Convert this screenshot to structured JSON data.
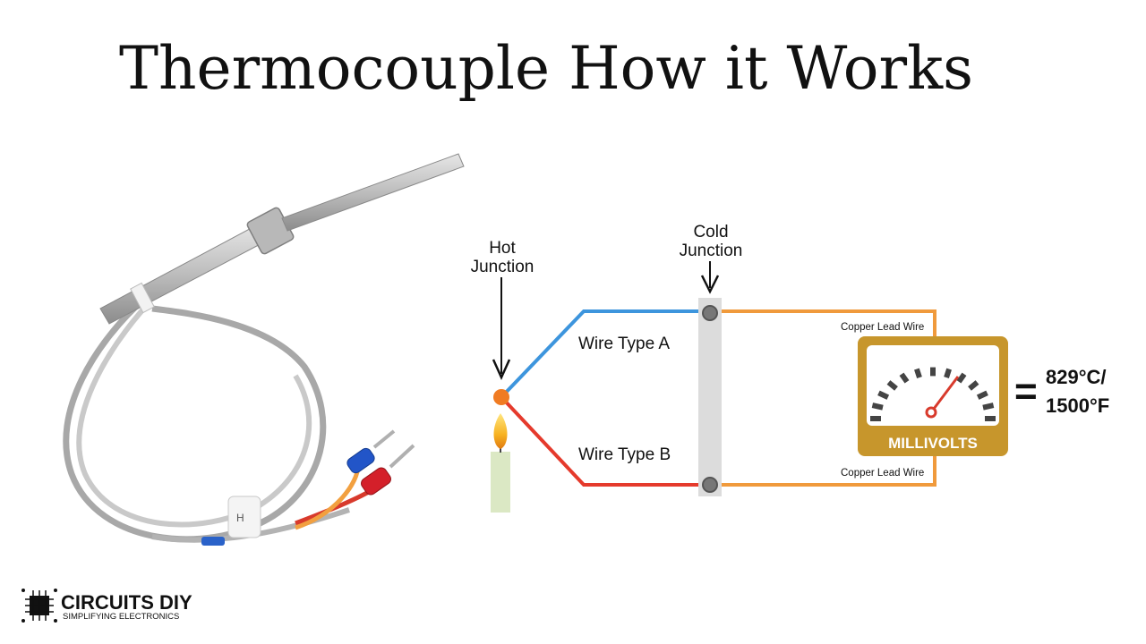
{
  "title": "Thermocouple How it Works",
  "labels": {
    "hot_junction_line1": "Hot",
    "hot_junction_line2": "Junction",
    "cold_junction_line1": "Cold",
    "cold_junction_line2": "Junction",
    "wire_a": "Wire Type A",
    "wire_b": "Wire Type B",
    "copper_top": "Copper Lead Wire",
    "copper_bottom": "Copper Lead Wire",
    "meter": "MILLIVOLTS",
    "equals": "=",
    "reading_line1": "829°C/",
    "reading_line2": "1500°F"
  },
  "probe_sleeve_text": "H",
  "logo": {
    "name": "CIRCUITS DIY",
    "tagline": "SIMPLIFYING ELECTRONICS"
  },
  "colors": {
    "wire_a": "#3d95dd",
    "wire_b": "#e53a2c",
    "copper": "#f09a3c",
    "meter_gold": "#c7962c",
    "junction": "#f07b22"
  }
}
